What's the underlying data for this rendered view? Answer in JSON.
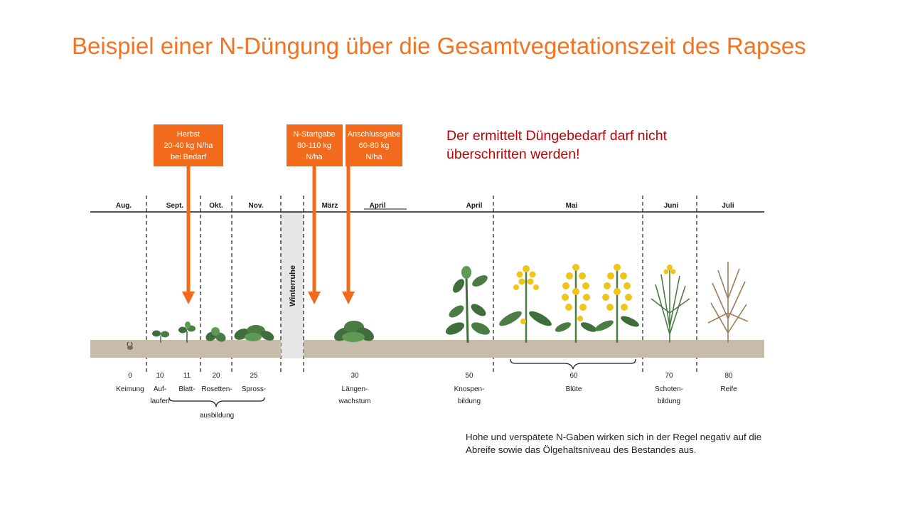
{
  "title": "Beispiel einer N-Düngung über die Gesamtvegetationszeit des Rapses",
  "warning": "Der ermittelt Düngebedarf darf nicht überschritten werden!",
  "note": "Hohe und verspätete N-Gaben wirken sich in der Regel negativ auf die Abreife sowie das Ölgehaltsniveau des Bestandes aus.",
  "months": [
    "Aug.",
    "Sept.",
    "Okt.",
    "Nov.",
    "März",
    "April",
    "April",
    "Mai",
    "Juni",
    "Juli"
  ],
  "winter_rest": "Winterruhe",
  "applications": [
    {
      "lines": [
        "Herbst",
        "20-40 kg N/ha",
        "bei Bedarf"
      ]
    },
    {
      "lines": [
        "N-Startgabe",
        "80-110 kg",
        "N/ha"
      ]
    },
    {
      "lines": [
        "Anschlussgabe",
        "60-80 kg",
        "N/ha"
      ]
    }
  ],
  "stages": [
    {
      "code": "0",
      "label": [
        "Keimung"
      ]
    },
    {
      "code": "10",
      "label": [
        "Auf-",
        "laufen"
      ]
    },
    {
      "code": "11",
      "label": [
        "Blatt-"
      ]
    },
    {
      "code": "20",
      "label": [
        "Rosetten-"
      ]
    },
    {
      "code": "25",
      "label": [
        "Spross-"
      ]
    },
    {
      "code": "30",
      "label": [
        "Längen-",
        "wachstum"
      ]
    },
    {
      "code": "50",
      "label": [
        "Knospen-",
        "bildung"
      ]
    },
    {
      "code": "60",
      "label": [
        "Blüte"
      ]
    },
    {
      "code": "70",
      "label": [
        "Schoten-",
        "bildung"
      ]
    },
    {
      "code": "80",
      "label": [
        "Reife"
      ]
    }
  ],
  "group_label": "ausbildung",
  "colors": {
    "title": "#f27322",
    "arrow": "#f26a1b",
    "warning": "#c00000",
    "soil": "#c7bca9",
    "winter": "#e6e6e6",
    "plant_dark": "#3f6e3c",
    "plant_light": "#5f9a55",
    "flower": "#f0c419",
    "dry_plant": "#9a7d5a"
  }
}
